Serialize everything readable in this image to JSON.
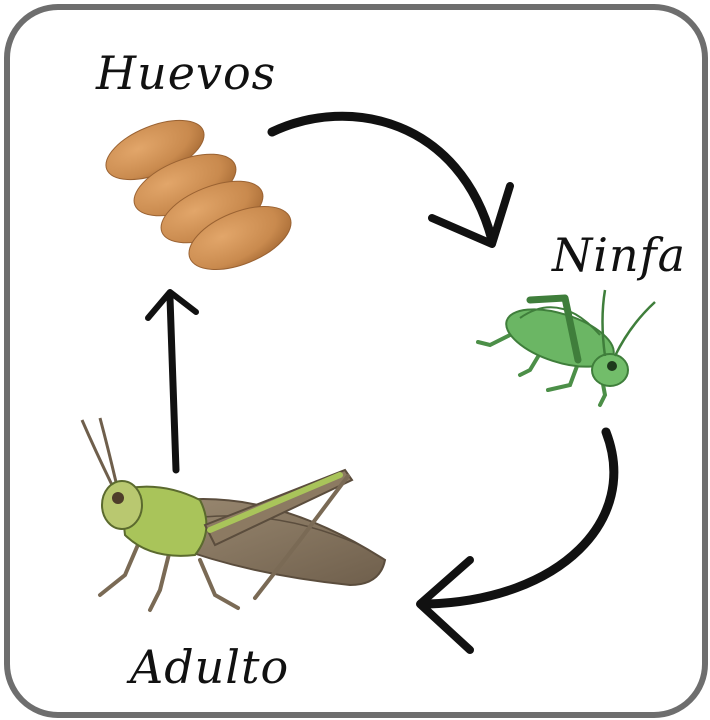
{
  "diagram": {
    "stages": {
      "eggs": "Huevos",
      "nymph": "Ninfa",
      "adult": "Adulto"
    }
  },
  "colors": {
    "frame": "#6e6e6e",
    "egg": "#c98a4e",
    "nymph": "#5fa85a",
    "adult_body": "#8c7a62",
    "adult_accent": "#a9c45a",
    "arrow": "#111111"
  }
}
